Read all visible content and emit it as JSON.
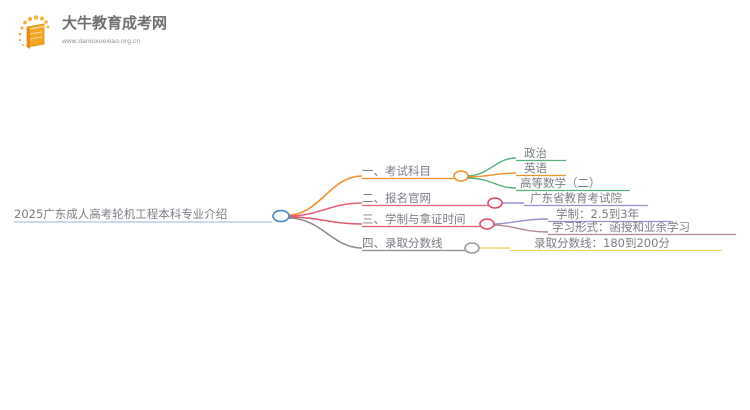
{
  "logo": {
    "icon": "book-icon",
    "title": "大牛教育成考网",
    "url": "www.daniuxuexiao.org.cn",
    "brand_color": "#f59a23",
    "text_color": "#6d6e71"
  },
  "mindmap": {
    "root": {
      "label": "2025广东成人高考轮机工程本科专业介绍",
      "node_color": "#4a90c4"
    },
    "branches": [
      {
        "label": "一、考试科目",
        "color": "#f0912d",
        "node_color": "#f0912d",
        "children": [
          {
            "label": "政治",
            "color": "#53b07a"
          },
          {
            "label": "英语",
            "color": "#f0912d"
          },
          {
            "label": "高等数学（二）",
            "color": "#53b07a"
          }
        ]
      },
      {
        "label": "二、报名官网",
        "color": "#e8607a",
        "node_color": "#e14b63",
        "children": [
          {
            "label": "广东省教育考试院",
            "color": "#9b8fd4"
          }
        ]
      },
      {
        "label": "三、学制与拿证时间",
        "color": "#e05a6e",
        "node_color": "#e14b63",
        "children": [
          {
            "label": "学制：2.5到3年",
            "color": "#9b8fd4"
          },
          {
            "label": "学习形式：函授和业余学习",
            "color": "#b08a8f"
          }
        ]
      },
      {
        "label": "四、录取分数线",
        "color": "#8c8c8c",
        "node_color": "#9a9a9a",
        "children": [
          {
            "label": "录取分数线：180到200分",
            "color": "#e8d96a"
          }
        ]
      }
    ]
  }
}
